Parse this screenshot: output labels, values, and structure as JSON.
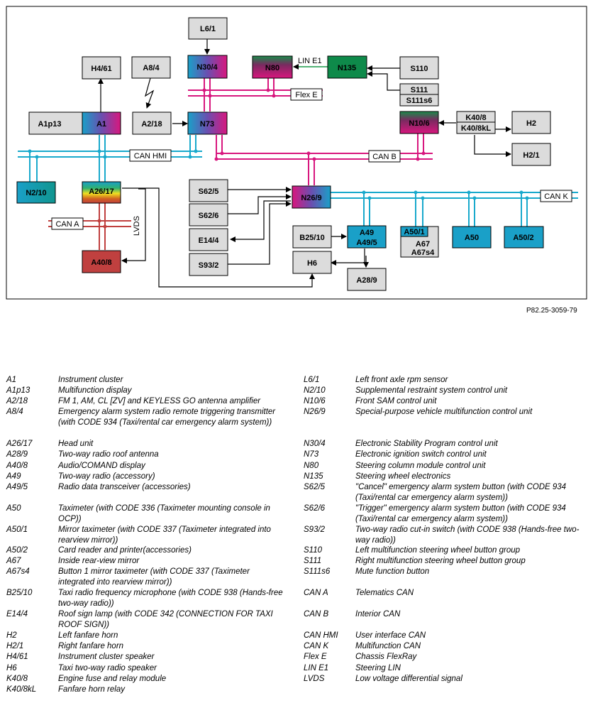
{
  "figure_id": "P82.25-3059-79",
  "components": {
    "L6_1": "L6/1",
    "H4_61": "H4/61",
    "A8_4": "A8/4",
    "N30_4": "N30/4",
    "N80": "N80",
    "N135": "N135",
    "S110": "S110",
    "S111": "S111",
    "S111s6": "S111s6",
    "A1p13": "A1p13",
    "A1": "A1",
    "A2_18": "A2/18",
    "N73": "N73",
    "N10_6": "N10/6",
    "K40_8": "K40/8",
    "K40_8kL": "K40/8kL",
    "H2": "H2",
    "H2_1": "H2/1",
    "N2_10": "N2/10",
    "A26_17": "A26/17",
    "S62_5": "S62/5",
    "S62_6": "S62/6",
    "N26_9": "N26/9",
    "E14_4": "E14/4",
    "S93_2": "S93/2",
    "B25_10": "B25/10",
    "A49": "A49",
    "A49_5": "A49/5",
    "A50_1": "A50/1",
    "A67": "A67",
    "A67s4": "A67s4",
    "A50": "A50",
    "A50_2": "A50/2",
    "H6": "H6",
    "A28_9": "A28/9",
    "A40_8": "A40/8"
  },
  "bus_labels": {
    "lin_e1": "LIN E1",
    "flex_e": "Flex E",
    "can_hmi": "CAN HMI",
    "can_b": "CAN B",
    "can_k": "CAN K",
    "can_a": "CAN A",
    "lvds": "LVDS"
  },
  "colors": {
    "can_hmi": "#19a9cc",
    "can_b_flex": "#d8177e",
    "can_a": "#c0403f",
    "lin": "#1a9a4a",
    "box_grey": "#dcdcdc",
    "teal": "#10958f",
    "blue": "#1aa0c8",
    "red": "#c0403f",
    "green": "#0e8a4a"
  },
  "legend_left": [
    {
      "code": "A1",
      "desc": "Instrument cluster"
    },
    {
      "code": "A1p13",
      "desc": "Multifunction display"
    },
    {
      "code": "A2/18",
      "desc": "FM 1, AM, CL [ZV] and KEYLESS GO antenna amplifier"
    },
    {
      "code": "A8/4",
      "desc": "Emergency alarm system radio remote triggering transmitter (with CODE 934 (Taxi/rental car emergency alarm system))"
    },
    {
      "code": "A26/17",
      "desc": "Head unit"
    },
    {
      "code": "A28/9",
      "desc": "Two-way radio roof antenna"
    },
    {
      "code": "A40/8",
      "desc": "Audio/COMAND display"
    },
    {
      "code": "A49",
      "desc": "Two-way radio (accessory)"
    },
    {
      "code": "A49/5",
      "desc": "Radio data transceiver (accessories)"
    },
    {
      "code": "A50",
      "desc": "Taximeter (with CODE 336 (Taximeter mounting console in OCP))"
    },
    {
      "code": "A50/1",
      "desc": "Mirror taximeter (with CODE 337 (Taximeter integrated into rearview mirror))"
    },
    {
      "code": "A50/2",
      "desc": "Card reader and printer(accessories)"
    },
    {
      "code": "A67",
      "desc": "Inside rear-view mirror"
    },
    {
      "code": "A67s4",
      "desc": "Button 1 mirror taximeter (with CODE 337 (Taximeter integrated into rearview mirror))"
    },
    {
      "code": "B25/10",
      "desc": "Taxi radio frequency microphone (with CODE 938 (Hands-free two-way radio))"
    },
    {
      "code": "E14/4",
      "desc": "Roof sign lamp (with CODE 342 (CONNECTION FOR TAXI ROOF SIGN))"
    },
    {
      "code": "H2",
      "desc": "Left fanfare horn"
    },
    {
      "code": "H2/1",
      "desc": "Right fanfare horn"
    },
    {
      "code": "H4/61",
      "desc": "Instrument cluster speaker"
    },
    {
      "code": "H6",
      "desc": "Taxi two-way radio speaker"
    },
    {
      "code": "K40/8",
      "desc": "Engine fuse and relay module"
    },
    {
      "code": "K40/8kL",
      "desc": "Fanfare horn relay"
    }
  ],
  "legend_right": [
    {
      "code": "L6/1",
      "desc": "Left front axle rpm sensor"
    },
    {
      "code": "N2/10",
      "desc": "Supplemental restraint system control unit"
    },
    {
      "code": "N10/6",
      "desc": "Front SAM control unit"
    },
    {
      "code": "N26/9",
      "desc": "Special-purpose vehicle multifunction control unit"
    },
    {
      "code": "N30/4",
      "desc": "Electronic Stability Program control unit"
    },
    {
      "code": "N73",
      "desc": "Electronic ignition switch control unit"
    },
    {
      "code": "N80",
      "desc": "Steering column module control unit"
    },
    {
      "code": "N135",
      "desc": "Steering wheel electronics"
    },
    {
      "code": "S62/5",
      "desc": "\"Cancel\" emergency alarm system button (with CODE 934 (Taxi/rental car emergency alarm system))"
    },
    {
      "code": "S62/6",
      "desc": "\"Trigger\" emergency alarm system button (with CODE 934 (Taxi/rental car emergency alarm system))"
    },
    {
      "code": "S93/2",
      "desc": "Two-way radio cut-in switch (with CODE 938 (Hands-free two-way radio))"
    },
    {
      "code": "S110",
      "desc": "Left multifunction steering wheel button group"
    },
    {
      "code": "S111",
      "desc": "Right multifunction steering wheel button group"
    },
    {
      "code": "S111s6",
      "desc": "Mute function button"
    },
    {
      "code": "CAN A",
      "desc": "Telematics CAN"
    },
    {
      "code": "CAN B",
      "desc": "Interior CAN"
    },
    {
      "code": "CAN HMI",
      "desc": "User interface CAN"
    },
    {
      "code": "CAN K",
      "desc": "Multifunction CAN"
    },
    {
      "code": "Flex E",
      "desc": "Chassis FlexRay"
    },
    {
      "code": "LIN E1",
      "desc": "Steering LIN"
    },
    {
      "code": "LVDS",
      "desc": "Low voltage differential signal"
    }
  ]
}
